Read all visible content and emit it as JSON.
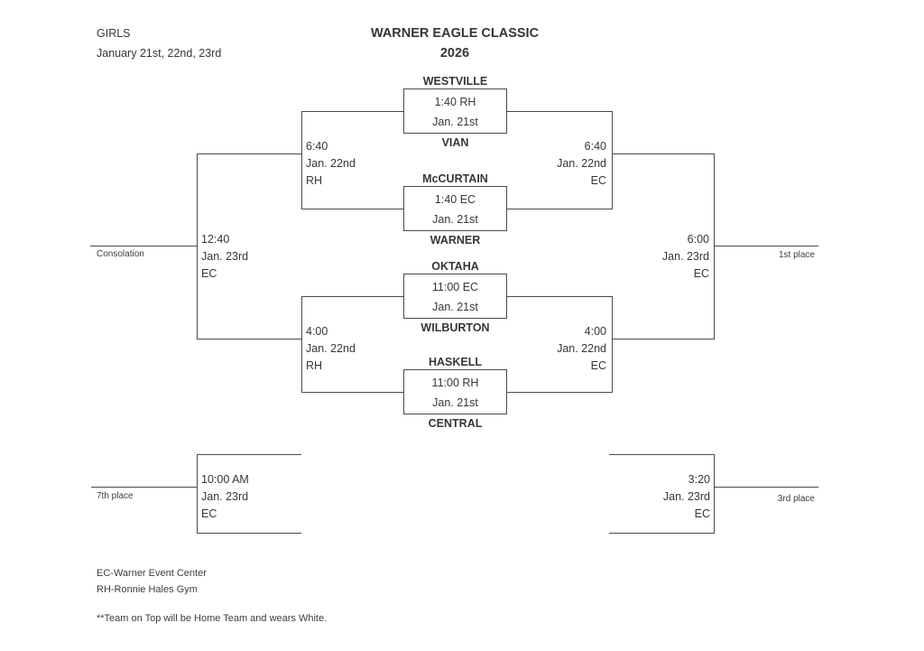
{
  "header": {
    "division": "GIRLS",
    "dates": "January 21st, 22nd, 23rd",
    "title": "WARNER EAGLE CLASSIC",
    "year": "2026"
  },
  "round1": [
    {
      "top_team": "WESTVILLE",
      "bottom_team": "VIAN",
      "time": "1:40 RH",
      "date": "Jan. 21st"
    },
    {
      "top_team": "McCURTAIN",
      "bottom_team": "WARNER",
      "time": "1:40 EC",
      "date": "Jan. 21st"
    },
    {
      "top_team": "OKTAHA",
      "bottom_team": "WILBURTON",
      "time": "11:00 EC",
      "date": "Jan. 21st"
    },
    {
      "top_team": "HASKELL",
      "bottom_team": "CENTRAL",
      "time": "11:00 RH",
      "date": "Jan. 21st"
    }
  ],
  "semifinals": {
    "left_top": {
      "time": "6:40",
      "date": "Jan. 22nd",
      "venue": "RH"
    },
    "right_top": {
      "time": "6:40",
      "date": "Jan. 22nd",
      "venue": "EC"
    },
    "left_bottom": {
      "time": "4:00",
      "date": "Jan. 22nd",
      "venue": "RH"
    },
    "right_bottom": {
      "time": "4:00",
      "date": "Jan. 22nd",
      "venue": "EC"
    }
  },
  "finals": {
    "consolation": {
      "label": "Consolation",
      "time": "12:40",
      "date": "Jan. 23rd",
      "venue": "EC"
    },
    "championship": {
      "label": "1st place",
      "time": "6:00",
      "date": "Jan. 23rd",
      "venue": "EC"
    },
    "seventh_place": {
      "label": "7th place",
      "time": "10:00 AM",
      "date": "Jan. 23rd",
      "venue": "EC"
    },
    "third_place": {
      "label": "3rd place",
      "time": "3:20",
      "date": "Jan. 23rd",
      "venue": "EC"
    }
  },
  "legend": {
    "venue_ec": "EC-Warner Event Center",
    "venue_rh": "RH-Ronnie Hales Gym",
    "note": "**Team on Top will be Home Team and wears White."
  },
  "colors": {
    "line": "#4a4a4a",
    "text": "#363636",
    "background": "#ffffff"
  }
}
